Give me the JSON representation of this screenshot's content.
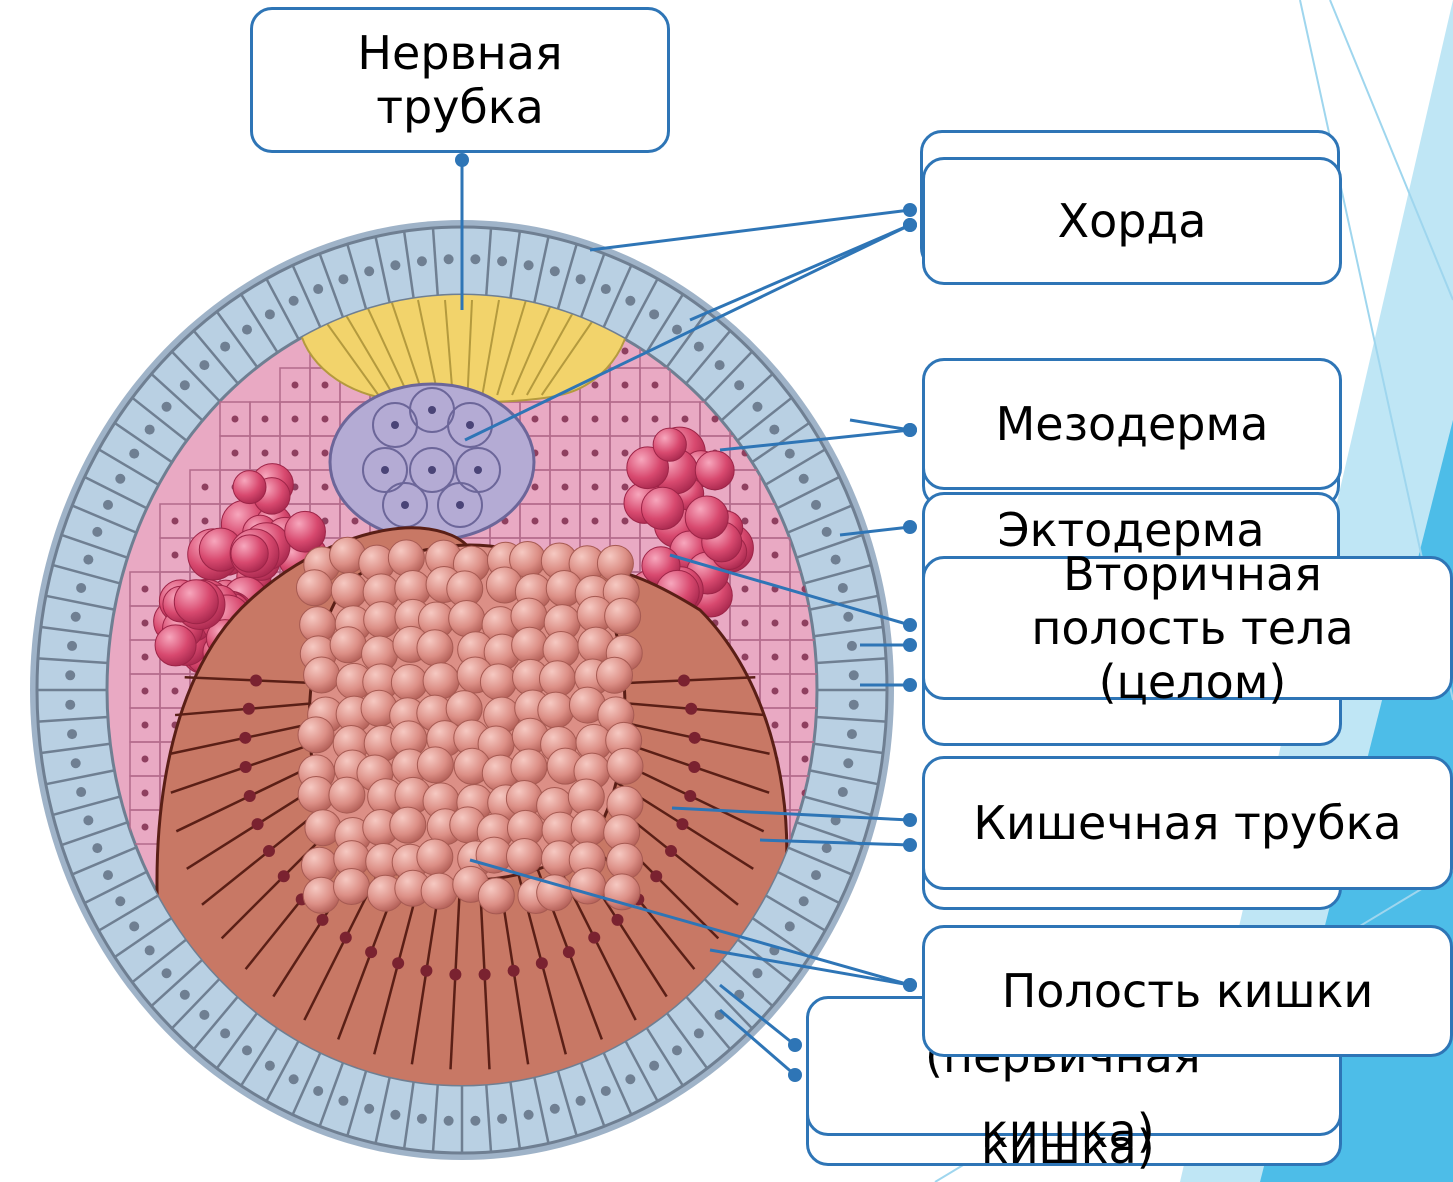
{
  "labels": {
    "neural_tube": "Нервная\nтрубка",
    "chorda": "Хорда",
    "mesoderm": "Мезодерма",
    "ectoderm": "Эктодерма",
    "coelom": "Вторичная\nполость тела\n(целом)",
    "gut_tube": "Кишечная трубка",
    "gut_cavity": "Полость кишки",
    "primary_gut_line1": "(первичная",
    "primary_gut_line2": "кишка)",
    "primary_gut_line3": "кишка)"
  },
  "colors": {
    "accent_blue": "#2e75b6",
    "ectoderm": "#b9d0e3",
    "neural": "#f2d36b",
    "chorda": "#b4abd4",
    "mesoderm": "#e9a9c3",
    "coelom": "#d8496f",
    "endoderm": "#c87865",
    "gut_cells": "#dc8f86",
    "slide_accent_light": "#bfe6f5",
    "slide_accent_dark": "#4dbde8"
  }
}
